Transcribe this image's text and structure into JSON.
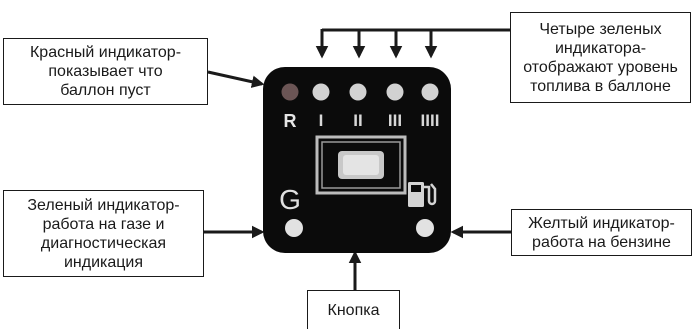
{
  "callouts": {
    "red": {
      "lines": [
        "Красный индикатор-",
        "показывает что",
        "баллон пуст"
      ]
    },
    "green_four": {
      "lines": [
        "Четыре зеленых",
        "индикатора-",
        "отображают уровень",
        "топлива в баллоне"
      ]
    },
    "green_g": {
      "lines": [
        "Зеленый индикатор-",
        "работа на газе и",
        "диагностическая",
        "индикация"
      ]
    },
    "yellow": {
      "lines": [
        "Желтый индикатор-",
        "работа на бензине"
      ]
    },
    "button": {
      "lines": [
        "Кнопка"
      ]
    }
  },
  "panel": {
    "red_label": "R",
    "gas_label": "G",
    "level_marks": [
      "I",
      "II",
      "III",
      "IIII"
    ]
  },
  "colors": {
    "panel": "#0b0b0b",
    "indicator_red": "#6b5555",
    "indicator_green": "#d2d2d2",
    "indicator_lower": "#e2e2e2",
    "outline": "#1a1a1a"
  },
  "icons": {
    "fuel": "fuel-pump-icon",
    "button": "button-icon",
    "arrow": "arrow-icon"
  }
}
